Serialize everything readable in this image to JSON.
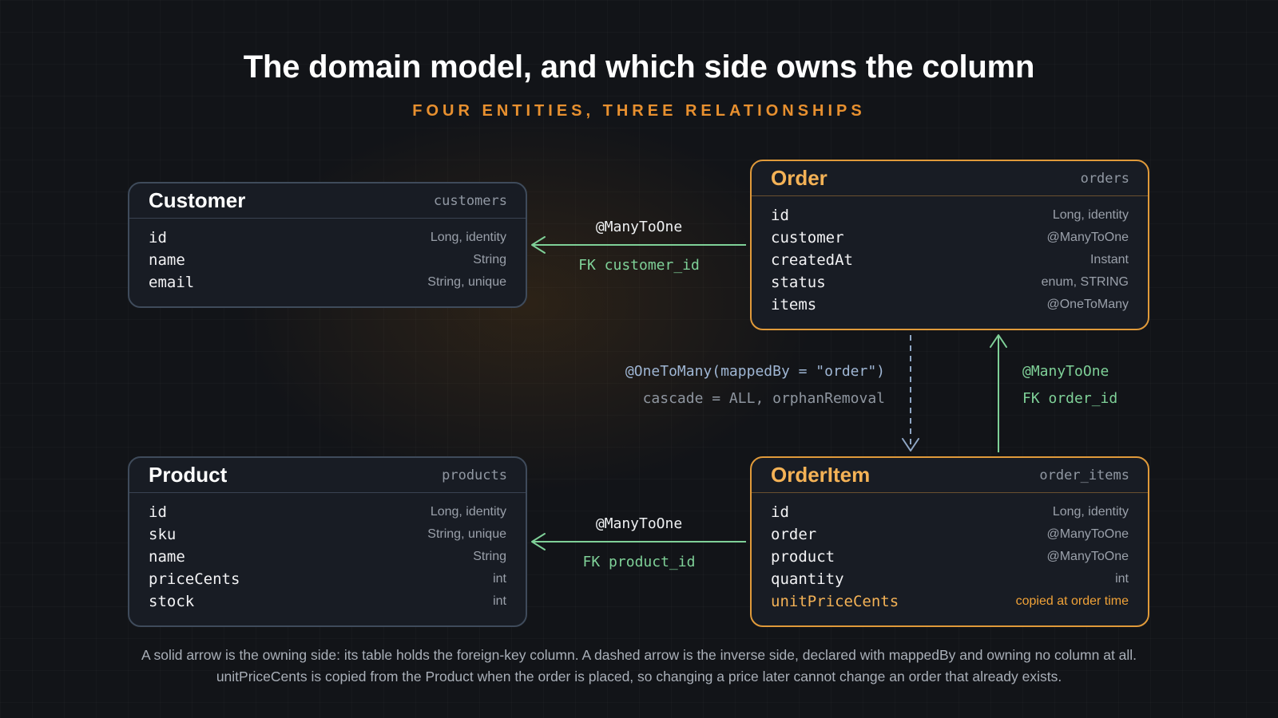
{
  "title": "The domain model, and which side owns the column",
  "subtitle": "FOUR ENTITIES, THREE RELATIONSHIPS",
  "colors": {
    "accent": "#f4b256",
    "owning_arrow": "#7fd198",
    "inverse_arrow": "#8fa6c4",
    "entity_border": "#3f4b5b",
    "accent_border": "#e09a3a"
  },
  "entities": {
    "customer": {
      "name": "Customer",
      "table": "customers",
      "fields": [
        {
          "name": "id",
          "type": "Long, identity"
        },
        {
          "name": "name",
          "type": "String"
        },
        {
          "name": "email",
          "type": "String, unique"
        }
      ]
    },
    "order": {
      "name": "Order",
      "table": "orders",
      "fields": [
        {
          "name": "id",
          "type": "Long, identity"
        },
        {
          "name": "customer",
          "type": "@ManyToOne"
        },
        {
          "name": "createdAt",
          "type": "Instant"
        },
        {
          "name": "status",
          "type": "enum, STRING"
        },
        {
          "name": "items",
          "type": "@OneToMany"
        }
      ]
    },
    "product": {
      "name": "Product",
      "table": "products",
      "fields": [
        {
          "name": "id",
          "type": "Long, identity"
        },
        {
          "name": "sku",
          "type": "String, unique"
        },
        {
          "name": "name",
          "type": "String"
        },
        {
          "name": "priceCents",
          "type": "int"
        },
        {
          "name": "stock",
          "type": "int"
        }
      ]
    },
    "order_item": {
      "name": "OrderItem",
      "table": "order_items",
      "fields": [
        {
          "name": "id",
          "type": "Long, identity"
        },
        {
          "name": "order",
          "type": "@ManyToOne"
        },
        {
          "name": "product",
          "type": "@ManyToOne"
        },
        {
          "name": "quantity",
          "type": "int"
        },
        {
          "name": "unitPriceCents",
          "type": "copied at order time"
        }
      ]
    }
  },
  "relationships": {
    "order_customer": {
      "annotation": "@ManyToOne",
      "fk": "FK customer_id",
      "owning": true
    },
    "orderitem_product": {
      "annotation": "@ManyToOne",
      "fk": "FK product_id",
      "owning": true
    },
    "order_items_inverse": {
      "annotation": "@OneToMany(mappedBy = \"order\")",
      "detail": "cascade = ALL, orphanRemoval",
      "owning": false
    },
    "orderitem_order": {
      "annotation": "@ManyToOne",
      "fk": "FK order_id",
      "owning": true
    }
  },
  "footer": {
    "line1": "A solid arrow is the owning side: its table holds the foreign-key column. A dashed arrow is the inverse side, declared with mappedBy and owning no column at all.",
    "line2": "unitPriceCents is copied from the Product when the order is placed, so changing a price later cannot change an order that already exists."
  }
}
